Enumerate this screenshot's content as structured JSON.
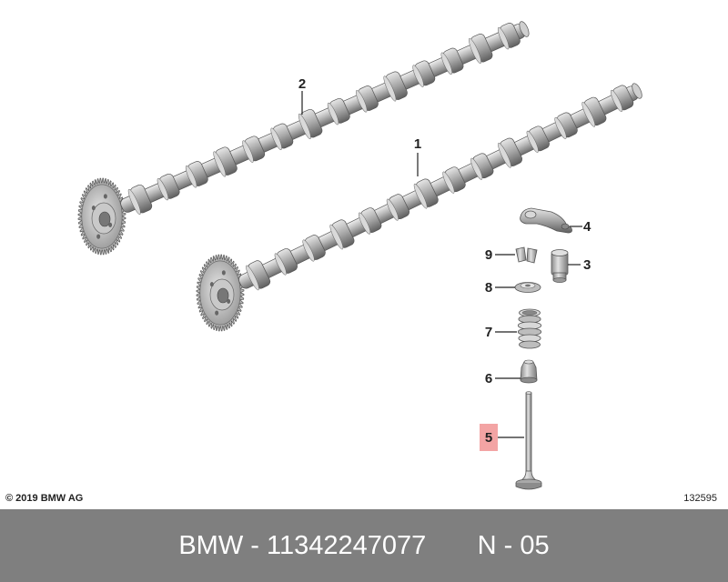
{
  "diagram": {
    "callouts": [
      {
        "id": "1",
        "label": "1"
      },
      {
        "id": "2",
        "label": "2"
      },
      {
        "id": "3",
        "label": "3"
      },
      {
        "id": "4",
        "label": "4"
      },
      {
        "id": "5",
        "label": "5",
        "highlight_color": "#f29a9a"
      },
      {
        "id": "6",
        "label": "6"
      },
      {
        "id": "7",
        "label": "7"
      },
      {
        "id": "8",
        "label": "8"
      },
      {
        "id": "9",
        "label": "9"
      }
    ],
    "copyright": "© 2019 BMW AG",
    "diagram_number": "132595"
  },
  "caption": {
    "brand": "BMW",
    "separator": " - ",
    "part_number": "11342247077",
    "group": "N - 05"
  },
  "colors": {
    "part_light": "#d4d4d4",
    "part_mid": "#a9a9a9",
    "part_dark": "#6f6f6f",
    "caption_bg": "#7f7f7f",
    "caption_text": "#ffffff"
  }
}
